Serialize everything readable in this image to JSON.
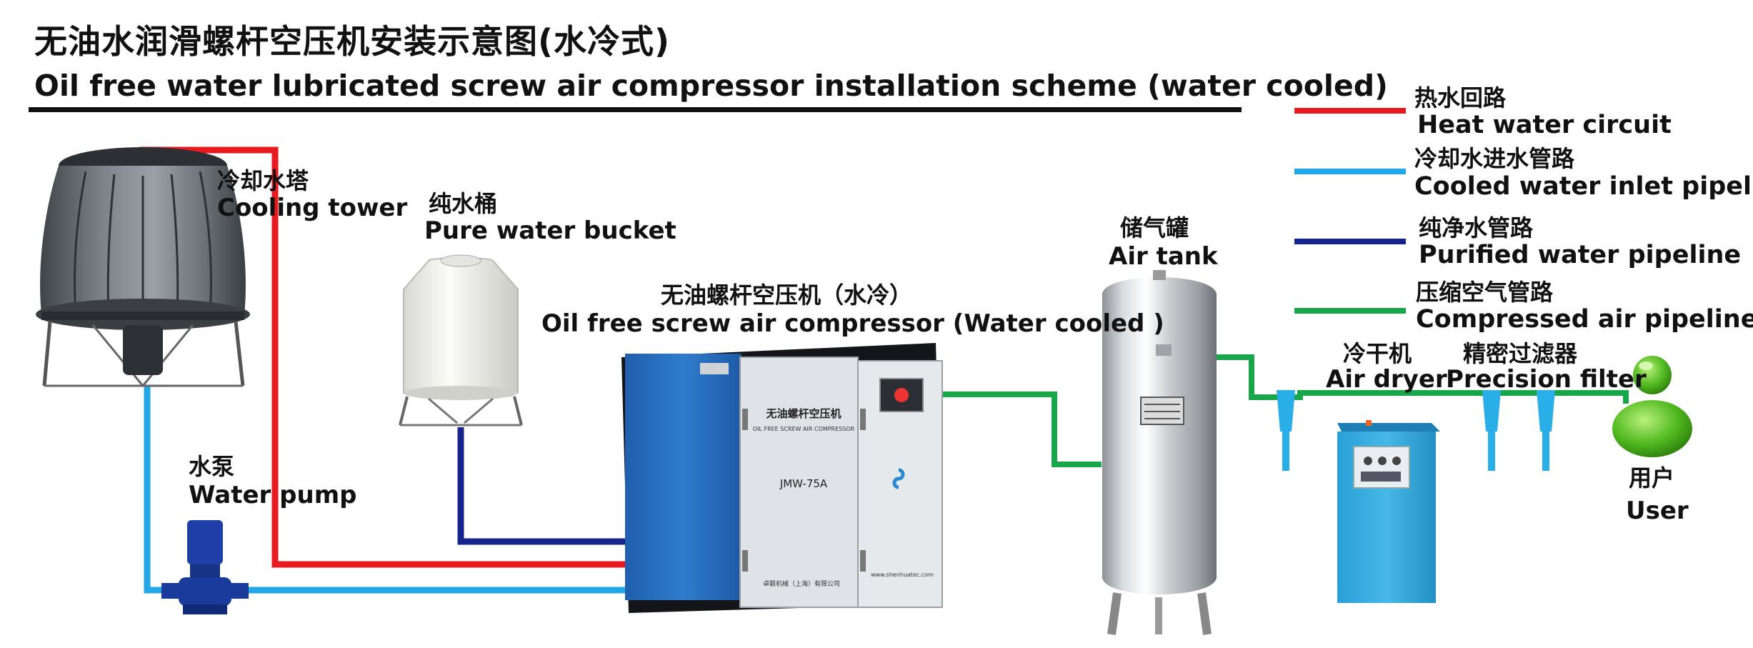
{
  "title": {
    "cn": "无油水润滑螺杆空压机安装示意图(水冷式)",
    "en": "Oil free water lubricated screw air compressor installation scheme (water cooled)"
  },
  "legend": [
    {
      "cn": "热水回路",
      "en": "Heat water circuit",
      "color": "#e8191f"
    },
    {
      "cn": "冷却水进水管路",
      "en": "Cooled water inlet pipeline",
      "color": "#22a8e6"
    },
    {
      "cn": "纯净水管路",
      "en": "Purified water pipeline",
      "color": "#16258e"
    },
    {
      "cn": "压缩空气管路",
      "en": "Compressed air pipeline",
      "color": "#19a64a"
    }
  ],
  "components": {
    "cooling_tower": {
      "cn": "冷却水塔",
      "en": "Cooling tower"
    },
    "pure_water_bucket": {
      "cn": "纯水桶",
      "en": "Pure water bucket"
    },
    "compressor": {
      "cn": "无油螺杆空压机（水冷）",
      "en": "Oil free screw air compressor (Water cooled )"
    },
    "water_pump": {
      "cn": "水泵",
      "en": "Water pump"
    },
    "air_tank": {
      "cn": "储气罐",
      "en": "Air tank"
    },
    "air_dryer": {
      "cn": "冷干机",
      "en": "Air dryer"
    },
    "precision_filter": {
      "cn": "精密过滤器",
      "en": "Precision filter"
    },
    "user": {
      "cn": "用户",
      "en": "User"
    }
  },
  "compressor_panel": {
    "name_cn": "无油螺杆空压机",
    "name_en": "OIL FREE SCREW AIR COMPRESSOR",
    "model": "JMW-75A",
    "maker": "卓颖机械（上海）有限公司",
    "website": "www.shenhuatec.com"
  }
}
